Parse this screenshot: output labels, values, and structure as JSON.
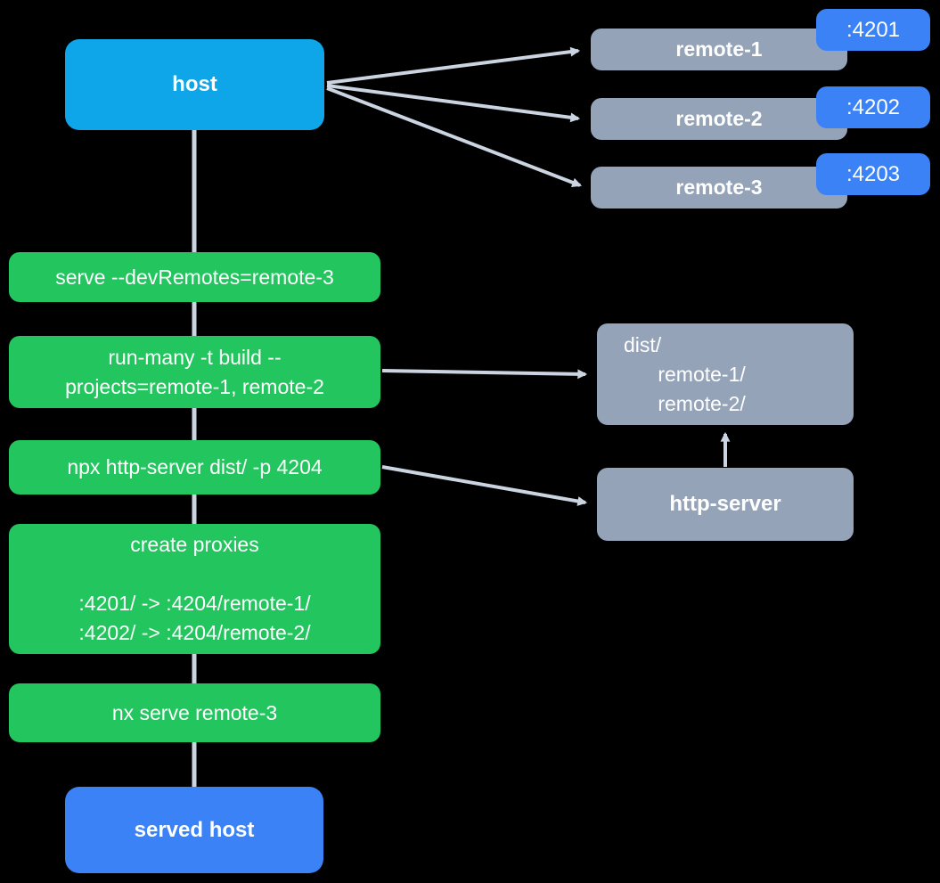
{
  "diagram": {
    "host": {
      "label": "host"
    },
    "remotes": [
      {
        "label": "remote-1",
        "port": ":4201"
      },
      {
        "label": "remote-2",
        "port": ":4202"
      },
      {
        "label": "remote-3",
        "port": ":4203"
      }
    ],
    "commands": [
      {
        "text": "serve --devRemotes=remote-3"
      },
      {
        "text": "run-many -t build --\nprojects=remote-1, remote-2"
      },
      {
        "text": "npx http-server dist/ -p 4204"
      },
      {
        "text": "create proxies\n\n:4201/ -> :4204/remote-1/\n:4202/ -> :4204/remote-2/"
      },
      {
        "text": "nx serve remote-3"
      }
    ],
    "dist_folder": {
      "text": "dist/\n      remote-1/\n      remote-2/"
    },
    "http_server": {
      "label": "http-server"
    },
    "served_host": {
      "label": "served host"
    }
  },
  "colors": {
    "background": "#000000",
    "host_box": "#0ea5e9",
    "remote_box": "#94a3b8",
    "port_badge": "#3b82f6",
    "command_box": "#22c55e",
    "served_host_box": "#3b82f6",
    "connector": "#cbd5e1",
    "text": "#ffffff"
  }
}
